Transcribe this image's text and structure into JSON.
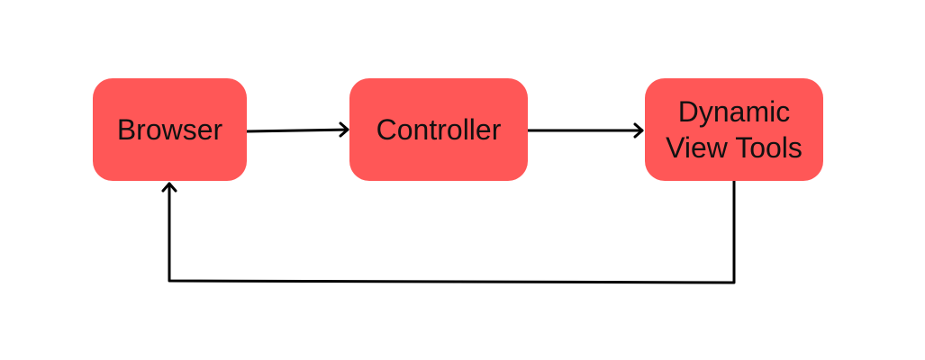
{
  "diagram": {
    "nodes": [
      {
        "id": "browser",
        "label": "Browser"
      },
      {
        "id": "controller",
        "label": "Controller"
      },
      {
        "id": "dynamic_view_tools",
        "label": "Dynamic\nView Tools"
      }
    ],
    "edges": [
      {
        "from": "browser",
        "to": "controller"
      },
      {
        "from": "controller",
        "to": "dynamic_view_tools"
      },
      {
        "from": "dynamic_view_tools",
        "to": "browser"
      }
    ],
    "colors": {
      "node_fill": "#ff5757",
      "node_text": "#111111",
      "connector": "#000000",
      "background": "#ffffff"
    }
  }
}
